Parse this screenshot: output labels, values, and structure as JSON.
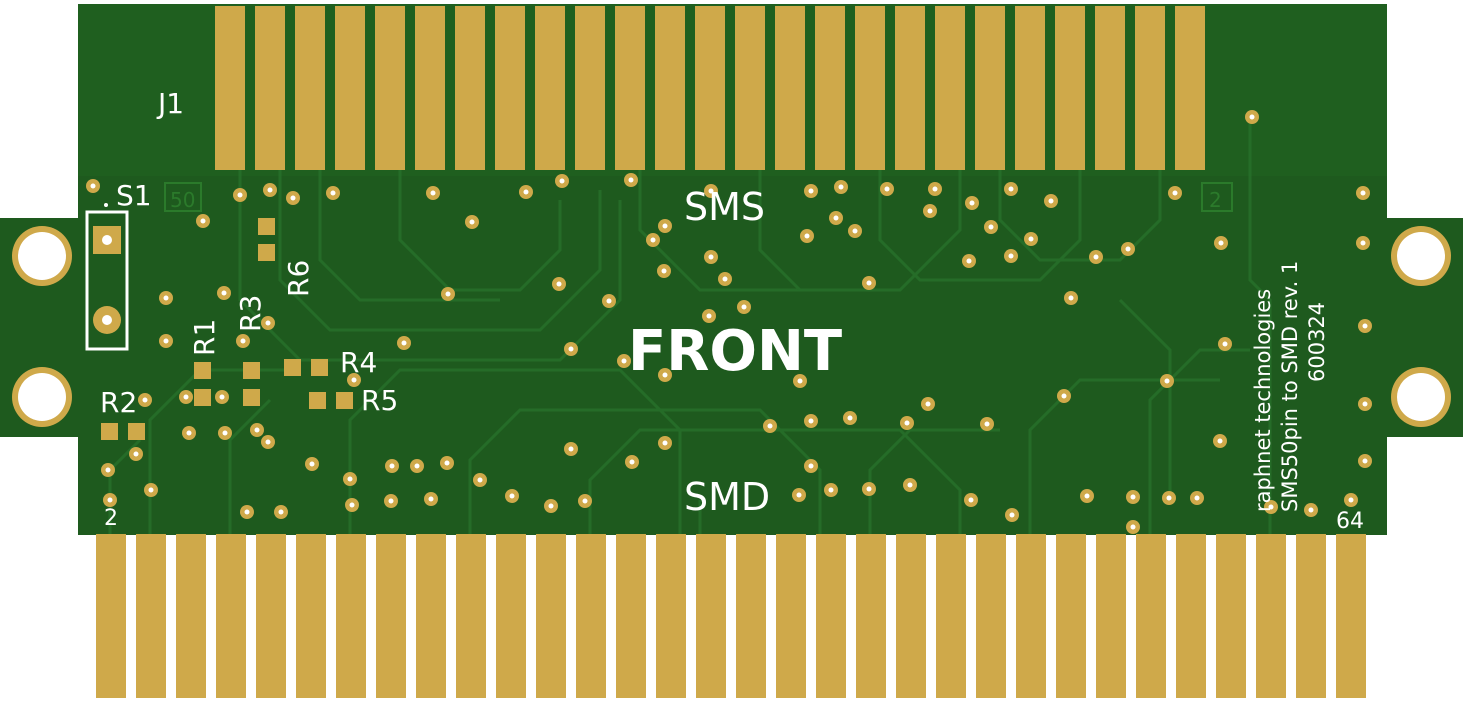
{
  "board": {
    "colors": {
      "background": "#ffffff",
      "soldermask": "#1e5a1e",
      "soldermask_dark": "#164a16",
      "copper_pad": "#cfa94a",
      "silkscreen": "#ffffff",
      "via_hole": "#ffffff"
    },
    "silkscreen": {
      "connector_ref": "J1",
      "switch_ref": "S1",
      "resistors": [
        "R1",
        "R2",
        "R3",
        "R4",
        "R5",
        "R6"
      ],
      "top_label": "SMS",
      "bottom_label": "SMD",
      "center_label": "FRONT",
      "pin_label_top_left": "50",
      "pin_label_top_right": "2",
      "pin_label_bottom_left": "2",
      "pin_label_bottom_right": "64",
      "credit_line_1": "raphnet technologies",
      "credit_line_2": "SMS50pin to SMD rev. 1",
      "credit_line_3": "600324"
    },
    "top_edge_pads": 25,
    "bottom_edge_pads": 32
  }
}
